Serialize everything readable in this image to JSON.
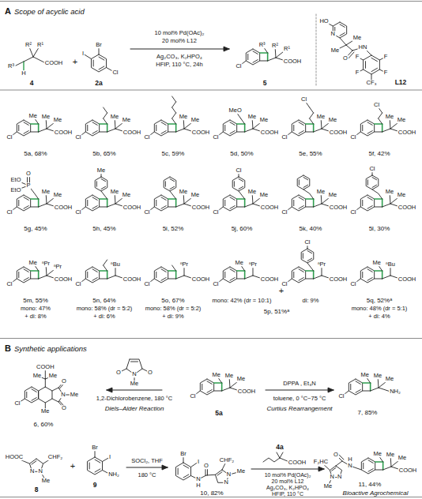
{
  "diagram": {
    "nodes": [
      {
        "text": [
          "A",
          "Scope of acyclic acid"
        ]
      },
      {
        "text": [
          "B",
          "Synthetic applications"
        ]
      }
    ],
    "labels": [
      "R³",
      "H",
      "R²",
      "R¹",
      "COOH",
      "4",
      "+",
      "Br",
      "I",
      "Cl",
      "2a",
      "10 mol% Pd(OAc)₂",
      "20 mol% L12",
      "Ag₂CO₃, K₂HPO₄",
      "HFIP, 110 °C, 24h",
      "R³",
      "R²",
      "R¹",
      "COOH",
      "Cl",
      "5",
      "HO",
      "N",
      "Me",
      "Me",
      "O",
      "HN",
      "F",
      "F",
      "F",
      "F",
      "CF₃",
      "L12",
      "Me",
      "Me",
      "Me",
      "COOH",
      "Cl",
      "5a, 68%",
      "Me",
      "Me",
      "COOH",
      "Cl",
      "5b, 65%",
      "Me",
      "Me",
      "COOH",
      "Cl",
      "5c, 59%",
      "MeO",
      "Me",
      "Me",
      "COOH",
      "Cl",
      "5d, 50%",
      "Cl",
      "Me",
      "Me",
      "COOH",
      "Cl",
      "5e, 55%",
      "Cl",
      "Me",
      "Me",
      "COOH",
      "Cl",
      "5f, 42%",
      "O",
      "P",
      "EtO",
      "EtO",
      "Me",
      "Me",
      "COOH",
      "Cl",
      "5g, 45%",
      "Me",
      "Me",
      "Me",
      "COOH",
      "Cl",
      "5h, 45%",
      "Me",
      "Me",
      "COOH",
      "Cl",
      "5i, 52%",
      "Cl",
      "Me",
      "Me",
      "COOH",
      "Cl",
      "5j, 60%",
      "Me",
      "Me",
      "COOH",
      "Cl",
      "5k, 40%",
      "Cl",
      "Me",
      "Me",
      "COOH",
      "Cl",
      "5l, 30%",
      "Me",
      "ⁿPr",
      "ⁿPr",
      "COOH",
      "Cl",
      "5m, 55%",
      "mono: 47%",
      "+ di: 8%",
      "ⁿBu",
      "COOH",
      "Cl",
      "5n, 64%",
      "mono: 58% (dr = 5:2)",
      "+ di: 6%",
      "ⁿPr",
      "COOH",
      "Cl",
      "5o, 67%",
      "mono: 58% (dr = 5:2)",
      "+ di: 9%",
      "Me",
      "ⁿPr",
      "COOH",
      "Cl",
      "mono: 42% (dr = 10:1)",
      "+",
      "Cl",
      "ⁿPr",
      "COOH",
      "Cl",
      "di: 9%",
      "5p, 51%ᵃ",
      "Me",
      "ⁿBu",
      "COOH",
      "Cl",
      "5q, 52%ᵃ",
      "mono: 48% (dr = 5:1)",
      "+ di: 4%",
      "COOH",
      "Me",
      "Me",
      "O",
      "N",
      "Me",
      "O",
      "Me",
      "Cl",
      "6, 60%",
      "O",
      "N",
      "O",
      "Me",
      "1,2-Dichlorobenzene, 180 °C",
      "Diels–Alder Reaction",
      "Me",
      "Me",
      "Me",
      "COOH",
      "Cl",
      "5a",
      "DPPA , Et₃N",
      "toluene, 0 °C~75 °C",
      "Curtius Rearrangement",
      "Me",
      "Me",
      "Me",
      "NH₂",
      "Cl",
      "7, 85%",
      "HOOC",
      "CHF₂",
      "N",
      "N",
      "Me",
      "8",
      "+",
      "Br",
      "I",
      "NH₂",
      "9",
      "SOCl₂, THF",
      "180 °C",
      "Br",
      "I",
      "O",
      "N",
      "H",
      "CHF₂",
      "N",
      "Me",
      "N",
      "10, 82%",
      "COOH",
      "4a",
      "10 mol% Pd(OAc)₂",
      "20 mol% L12",
      "Ag₂CO₃, K₂HPO₄",
      "HFIP, 110 °C",
      "F₂HC",
      "N",
      "Me",
      "N",
      "O",
      "H",
      "N",
      "Me",
      "Me",
      "Me",
      "COOH",
      "11, 44%",
      "Bioactive Agrochemical"
    ]
  }
}
